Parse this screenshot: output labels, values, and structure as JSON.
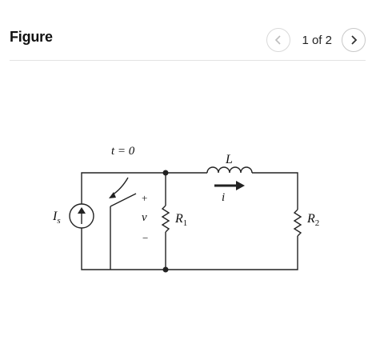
{
  "header": {
    "title": "Figure",
    "pager": {
      "current": "1",
      "of": "of",
      "total": "2"
    },
    "prev_icon": "chevron-left-icon",
    "next_icon": "chevron-right-icon"
  },
  "circuit": {
    "switch_time": "t = 0",
    "inductor_label": "L",
    "current_label": "i",
    "voltage_label": "v",
    "plus": "+",
    "minus": "−",
    "source_label": "I",
    "source_sub": "s",
    "r1_label": "R",
    "r1_sub": "1",
    "r2_label": "R",
    "r2_sub": "2"
  }
}
